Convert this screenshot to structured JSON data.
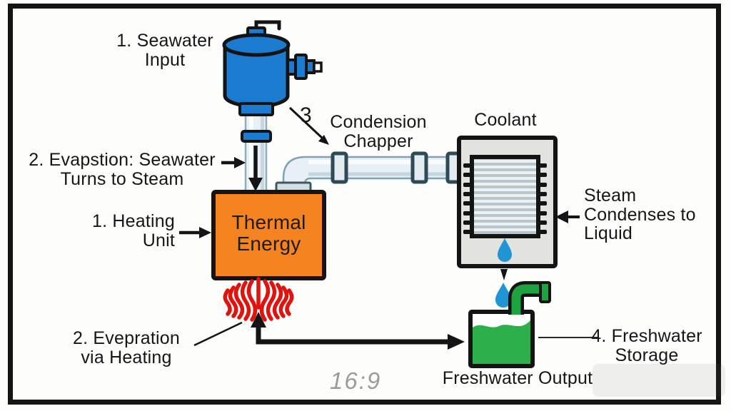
{
  "diagram": {
    "title_context": "Seawater desalination process diagram",
    "labels": {
      "seawater_input": "1. Seawater\nInput",
      "evaporation_steam": "2. Evapstion: Seawater\nTurns to Steam",
      "heating_unit": "1. Heating\nUnit",
      "step3": "3",
      "condensation_chamber": "Condension\nChapper",
      "coolant": "Coolant",
      "steam_condenses": "Steam\nCondenses to\nLiquid",
      "thermal_energy": "Thermal\nEnergy",
      "evaporation_heating": "2. Evepration\nvia Heating",
      "freshwater_output": "Freshwater Output",
      "freshwater_storage": "4. Freshwater\nStorage",
      "aspect_ratio": "16:9"
    },
    "colors": {
      "tank_blue": "#1b7bd0",
      "pipe_light_blue": "#e8eff5",
      "flange_slate": "#2e4a56",
      "thermal_orange": "#f5831f",
      "flame_red": "#e0140f",
      "condenser_gray": "#e2e2de",
      "coil_stripe": "#b9c6ce",
      "droplet_blue": "#2095d6",
      "water_green": "#2db04b",
      "pipe_green": "#1ca23e",
      "outline_black": "#141414",
      "muted_text_gray": "#9b9b9b"
    }
  }
}
